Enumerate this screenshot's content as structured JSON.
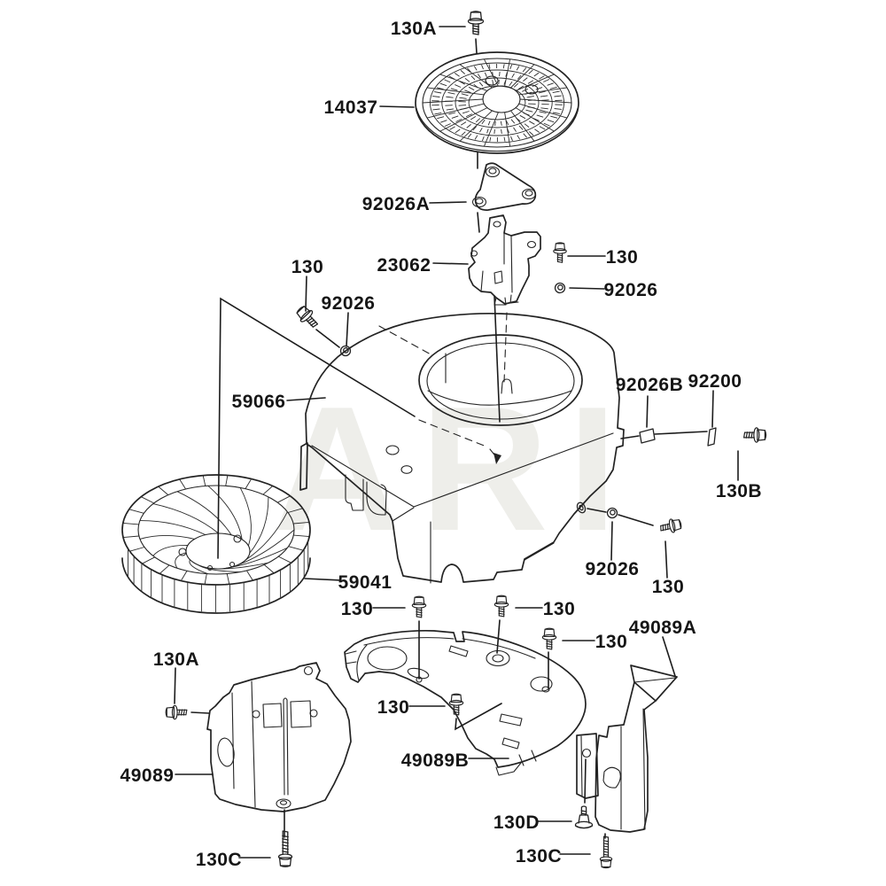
{
  "watermark": "ARI",
  "callouts": [
    {
      "id": "130A-top",
      "label": "130A"
    },
    {
      "id": "14037-screen",
      "label": "14037"
    },
    {
      "id": "92026A-plate",
      "label": "92026A"
    },
    {
      "id": "23062-bracket",
      "label": "23062"
    },
    {
      "id": "130-bracket-bolt",
      "label": "130"
    },
    {
      "id": "92026-bracket-nut",
      "label": "92026"
    },
    {
      "id": "130-housing-left-bolt",
      "label": "130"
    },
    {
      "id": "92026-housing-left-nut",
      "label": "92026"
    },
    {
      "id": "59066-fan-housing",
      "label": "59066"
    },
    {
      "id": "92026B-collar",
      "label": "92026B"
    },
    {
      "id": "92200-shim",
      "label": "92200"
    },
    {
      "id": "130B-bolt",
      "label": "130B"
    },
    {
      "id": "92026-housing-right-nut",
      "label": "92026"
    },
    {
      "id": "130-housing-right-bolt",
      "label": "130"
    },
    {
      "id": "59041-flywheel-fan",
      "label": "59041"
    },
    {
      "id": "130-baffle-bolt-1",
      "label": "130"
    },
    {
      "id": "130-baffle-bolt-2",
      "label": "130"
    },
    {
      "id": "130-baffle-bolt-3",
      "label": "130"
    },
    {
      "id": "130-baffle-bolt-4",
      "label": "130"
    },
    {
      "id": "49089B-baffle",
      "label": "49089B"
    },
    {
      "id": "49089A-baffle",
      "label": "49089A"
    },
    {
      "id": "130A-left-bolt",
      "label": "130A"
    },
    {
      "id": "49089-baffle",
      "label": "49089"
    },
    {
      "id": "130C-left-bolt",
      "label": "130C"
    },
    {
      "id": "130D-bolt",
      "label": "130D"
    },
    {
      "id": "130C-right-bolt",
      "label": "130C"
    }
  ]
}
